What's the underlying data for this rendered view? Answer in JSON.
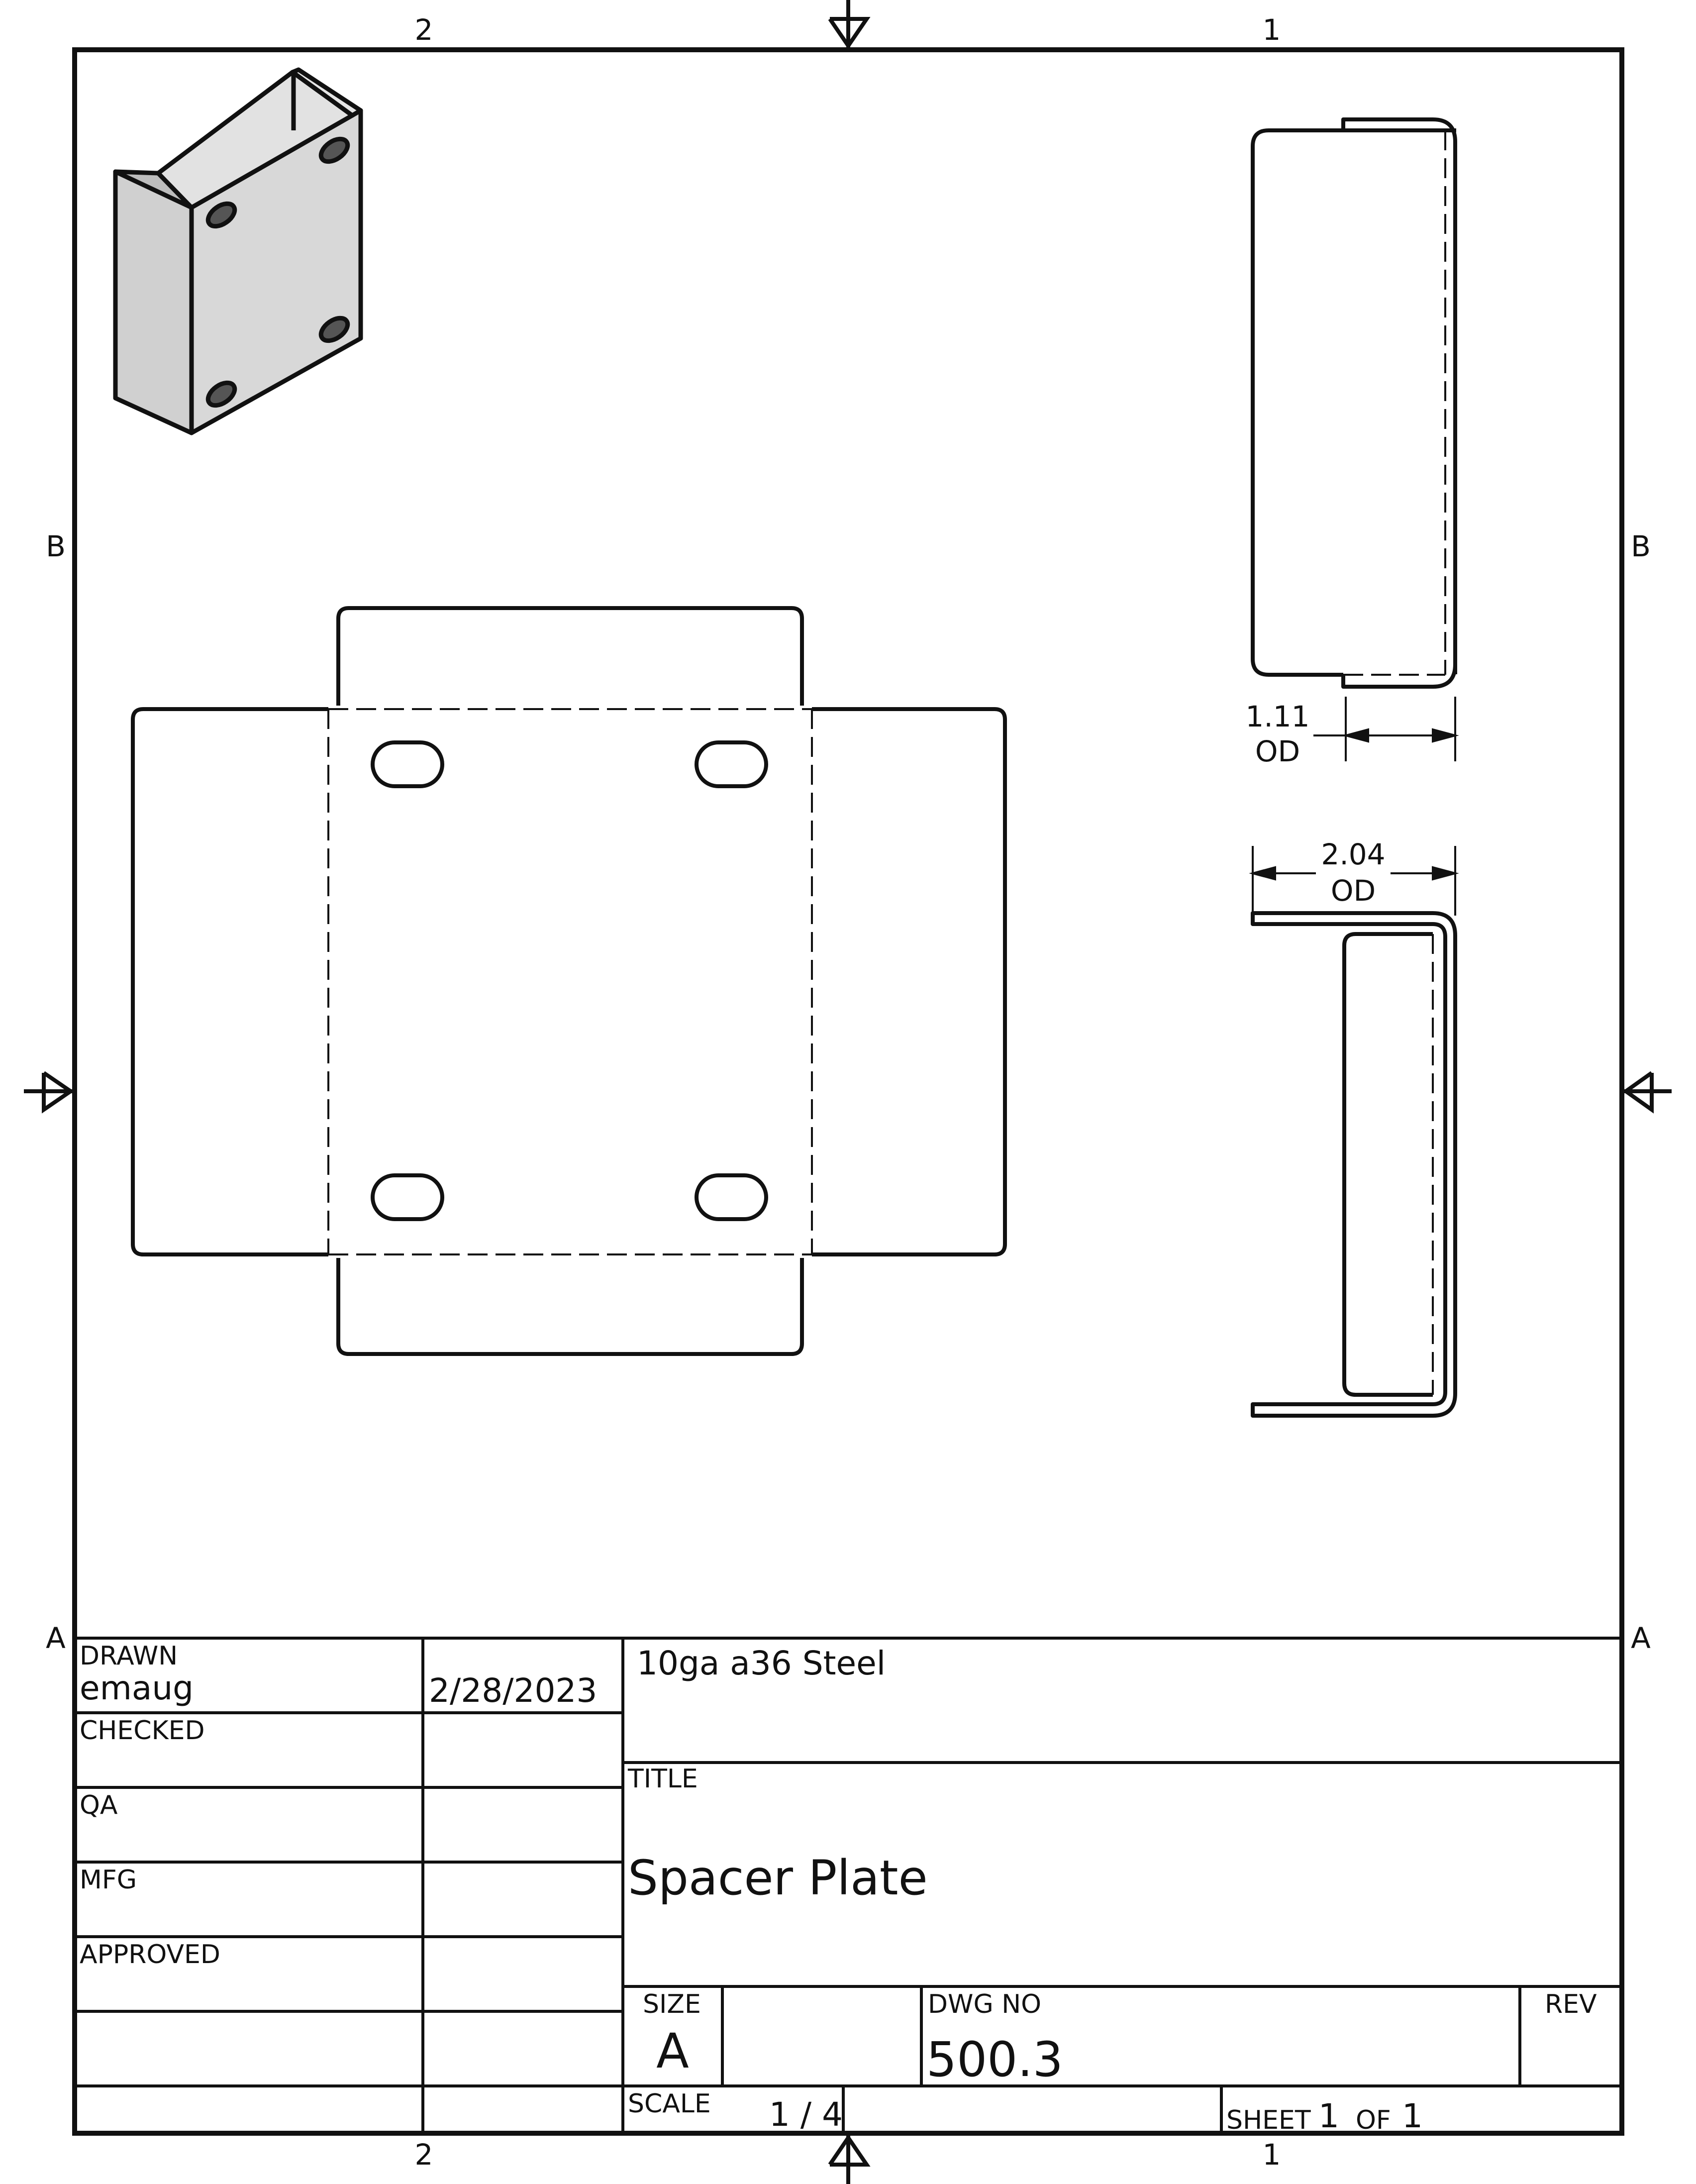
{
  "zones": {
    "top_left": "2",
    "top_right": "1",
    "bottom_left": "2",
    "bottom_right": "1",
    "left_upper": "B",
    "left_lower": "A",
    "right_upper": "B",
    "right_lower": "A"
  },
  "dimensions": {
    "side_od_value": "1.11",
    "side_od_unit": "OD",
    "top_od_value": "2.04",
    "top_od_unit": "OD"
  },
  "title_block": {
    "drawn_label": "DRAWN",
    "drawn_by": "emaug",
    "drawn_date": "2/28/2023",
    "checked_label": "CHECKED",
    "qa_label": "QA",
    "mfg_label": "MFG",
    "approved_label": "APPROVED",
    "material": "10ga a36 Steel",
    "title_label": "TITLE",
    "title": "Spacer Plate",
    "size_label": "SIZE",
    "size": "A",
    "dwg_no_label": "DWG NO",
    "dwg_no": "500.3",
    "rev_label": "REV",
    "scale_label": "SCALE",
    "scale": "1 / 4",
    "sheet_label": "SHEET",
    "sheet_num": "1",
    "of_label": "OF",
    "sheet_total": "1"
  },
  "colors": {
    "line": "#111111",
    "part_face": "#d6d6d6",
    "part_face_light": "#e4e4e4"
  }
}
